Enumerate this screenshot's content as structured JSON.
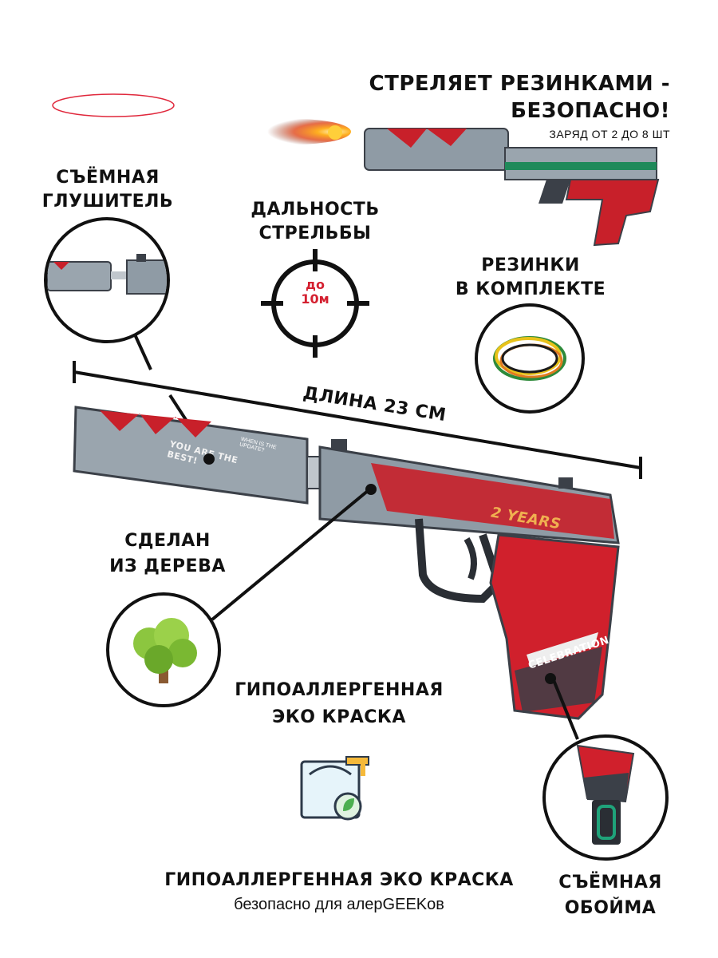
{
  "headline": {
    "line1": "СТРЕЛЯЕТ РЕЗИНКАМИ -",
    "line2": "БЕЗОПАСНО!",
    "sub": "ЗАРЯД ОТ 2 ДО 8 ШТ"
  },
  "silencer_label": {
    "line1": "СЪЁМНАЯ",
    "line2": "ГЛУШИТЕЛЬ"
  },
  "range": {
    "line1": "ДАЛЬНОСТЬ",
    "line2": "СТРЕЛЬБЫ",
    "value1": "до",
    "value2": "10м"
  },
  "bands_label": {
    "line1": "РЕЗИНКИ",
    "line2": "В КОМПЛЕКТЕ"
  },
  "length_label": "ДЛИНА 23 СМ",
  "wood_label": {
    "line1": "СДЕЛАН",
    "line2": "ИЗ ДЕРЕВА"
  },
  "paint_label": {
    "line1": "ГИПОАЛЛЕРГЕННАЯ",
    "line2": "ЭКО КРАСКА"
  },
  "footer": {
    "title": "ГИПОАЛЛЕРГЕННАЯ ЭКО КРАСКА",
    "sub": "безопасно для алерGEEKов"
  },
  "magazine_label": {
    "line1": "СЪЁМНАЯ",
    "line2": "ОБОЙМА"
  },
  "gun_text": {
    "silencer_text": "YOU ARE THE BEST!",
    "silencer_small": "WHEN IS THE UPDATE?",
    "grip_text": "CELEBRATION",
    "slide_text": "2 YEARS"
  },
  "colors": {
    "accent_red": "#c8202a",
    "steel": "#8c98a4",
    "dark": "#3b4048"
  }
}
